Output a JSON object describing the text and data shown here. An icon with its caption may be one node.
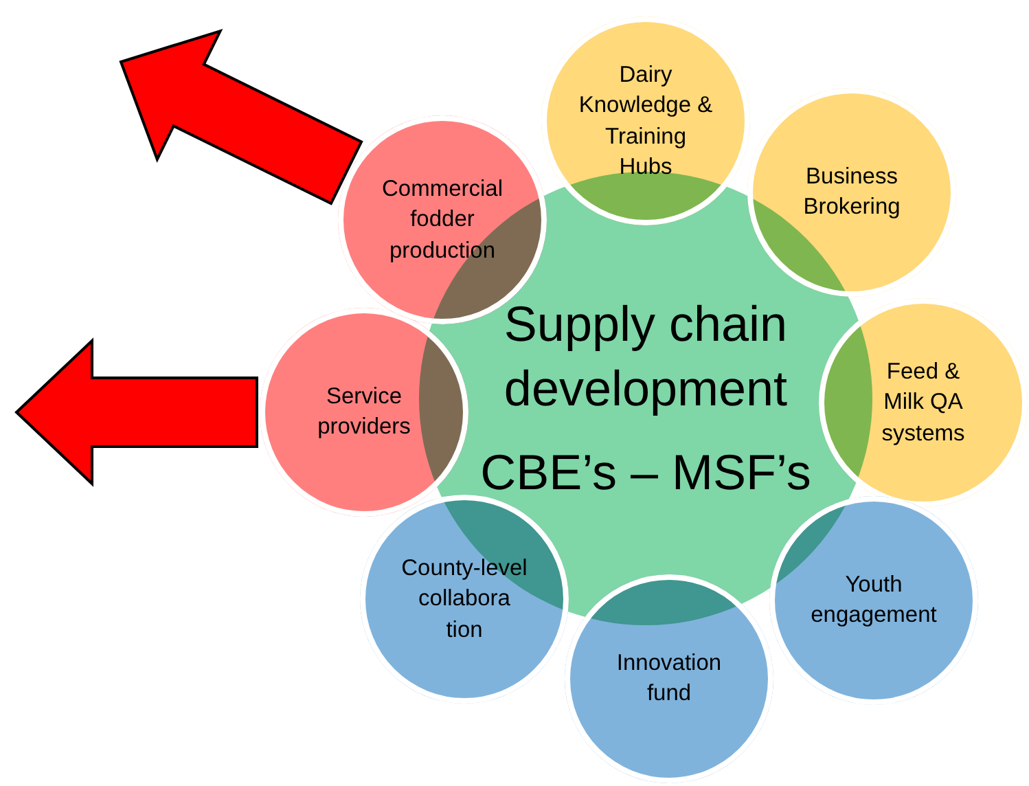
{
  "diagram": {
    "nodes": [
      {
        "text": [
          "Supply chain development",
          "CBE’s – MSF’s"
        ]
      },
      {
        "text": [
          "Dairy Knowledge & Training Hubs"
        ]
      },
      {
        "text": [
          "Business Brokering"
        ]
      },
      {
        "text": [
          "Feed & Milk QA systems"
        ]
      },
      {
        "text": [
          "Youth engagement"
        ]
      },
      {
        "text": [
          "Innovation fund"
        ]
      },
      {
        "text": [
          "County-level collabora tion"
        ]
      },
      {
        "text": [
          "Service providers"
        ]
      },
      {
        "text": [
          "Commercial fodder production"
        ]
      }
    ],
    "edges": [
      {
        "from": 8,
        "to": null,
        "arrow": "to",
        "style": "thick"
      },
      {
        "from": 7,
        "to": null,
        "arrow": "to",
        "style": "thick"
      }
    ]
  }
}
